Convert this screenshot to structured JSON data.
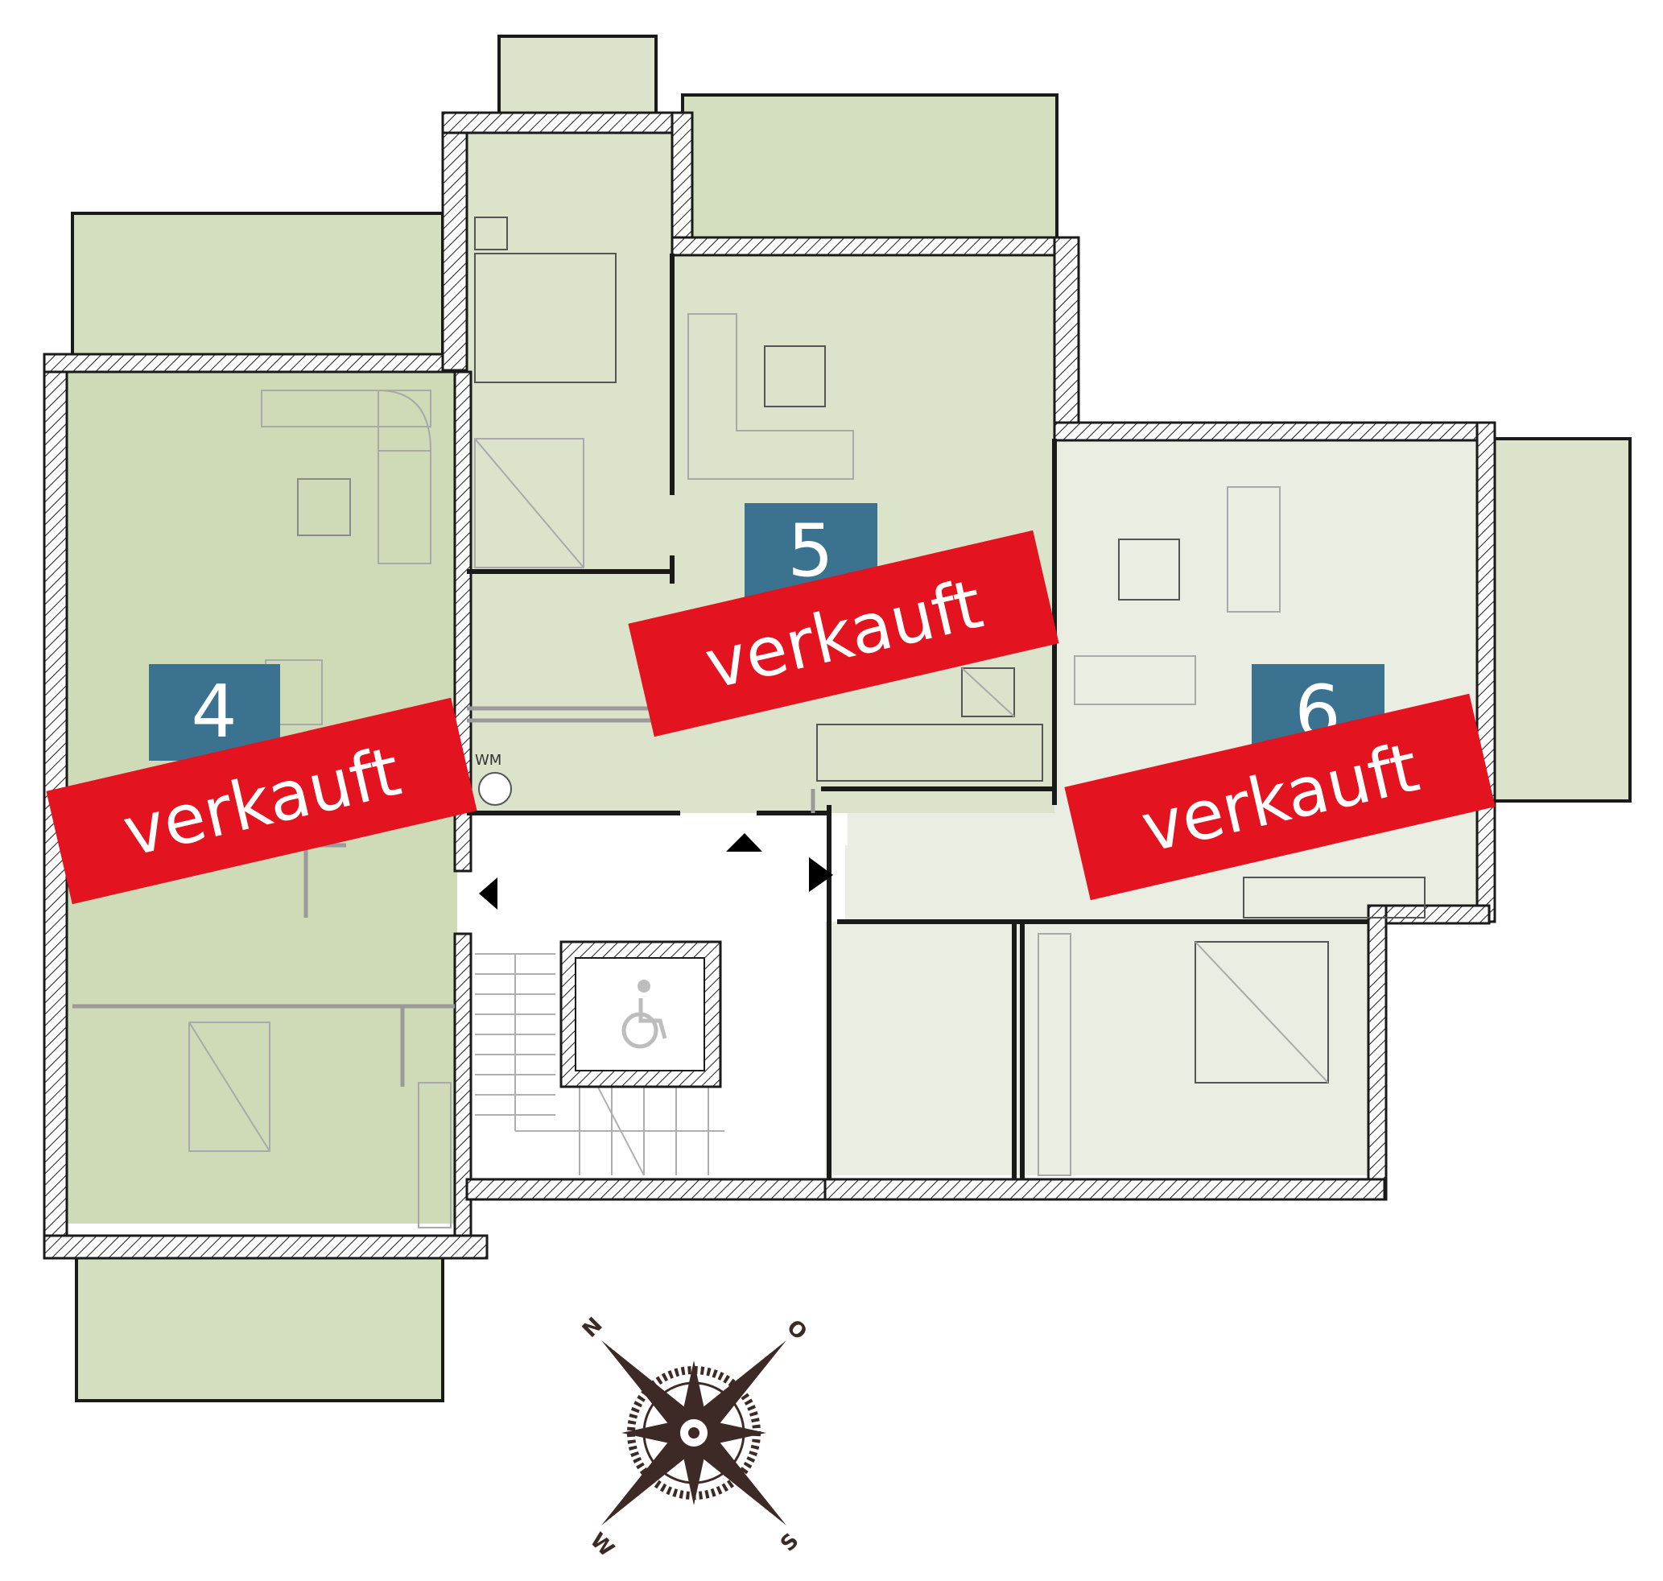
{
  "colors": {
    "apartment_dark": "#cfdbb6",
    "apartment_mid": "#dbe4cb",
    "apartment_light": "#e9ede2",
    "balcony": "#d4dfbf",
    "wall": "#1a1a1a",
    "unit_box": "#3b7290",
    "sold_banner": "#e3131f",
    "compass": "#3d2a26",
    "furniture": "#a9a9a9"
  },
  "units": [
    {
      "number": "4",
      "status": "verkauft"
    },
    {
      "number": "5",
      "status": "verkauft"
    },
    {
      "number": "6",
      "status": "verkauft"
    }
  ],
  "markings": {
    "washer": "WM"
  },
  "compass": {
    "north": "N",
    "east": "O",
    "south": "S",
    "west": "W"
  },
  "icons": {
    "elevator": "wheelchair-icon",
    "entrances": "triangle-arrow-icon"
  }
}
